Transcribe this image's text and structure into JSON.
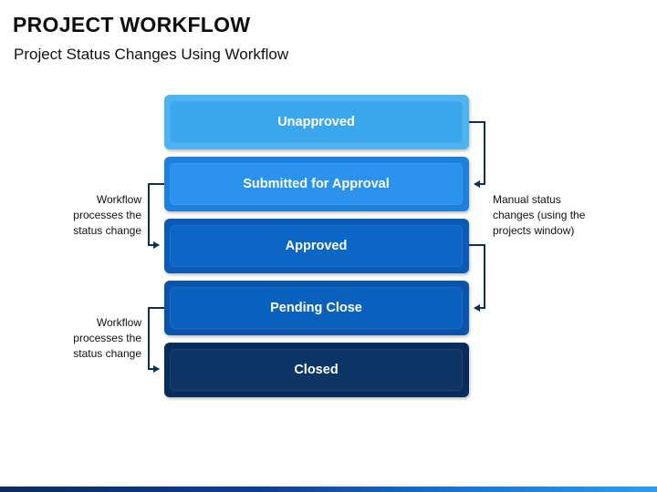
{
  "title": "PROJECT WORKFLOW",
  "subtitle": "Project Status Changes Using Workflow",
  "statuses": [
    {
      "label": "Unapproved",
      "outer": "#4fb3f0",
      "inner": "#3aa6ec"
    },
    {
      "label": "Submitted for Approval",
      "outer": "#1f7fdc",
      "inner": "#2b93ee"
    },
    {
      "label": "Approved",
      "outer": "#0a5bb8",
      "inner": "#0b66c6"
    },
    {
      "label": "Pending Close",
      "outer": "#0a54ab",
      "inner": "#0a60bd"
    },
    {
      "label": "Closed",
      "outer": "#0a2c5a",
      "inner": "#0c3566"
    }
  ],
  "notes": {
    "left_top": [
      "Workflow",
      "processes the",
      "status change"
    ],
    "left_bottom": [
      "Workflow",
      "processes the",
      "status change"
    ],
    "right": [
      "Manual status",
      "changes (using the",
      "projects window)"
    ]
  },
  "colors": {
    "connector": "#0b2f5e",
    "accent": "#1a73d1"
  }
}
